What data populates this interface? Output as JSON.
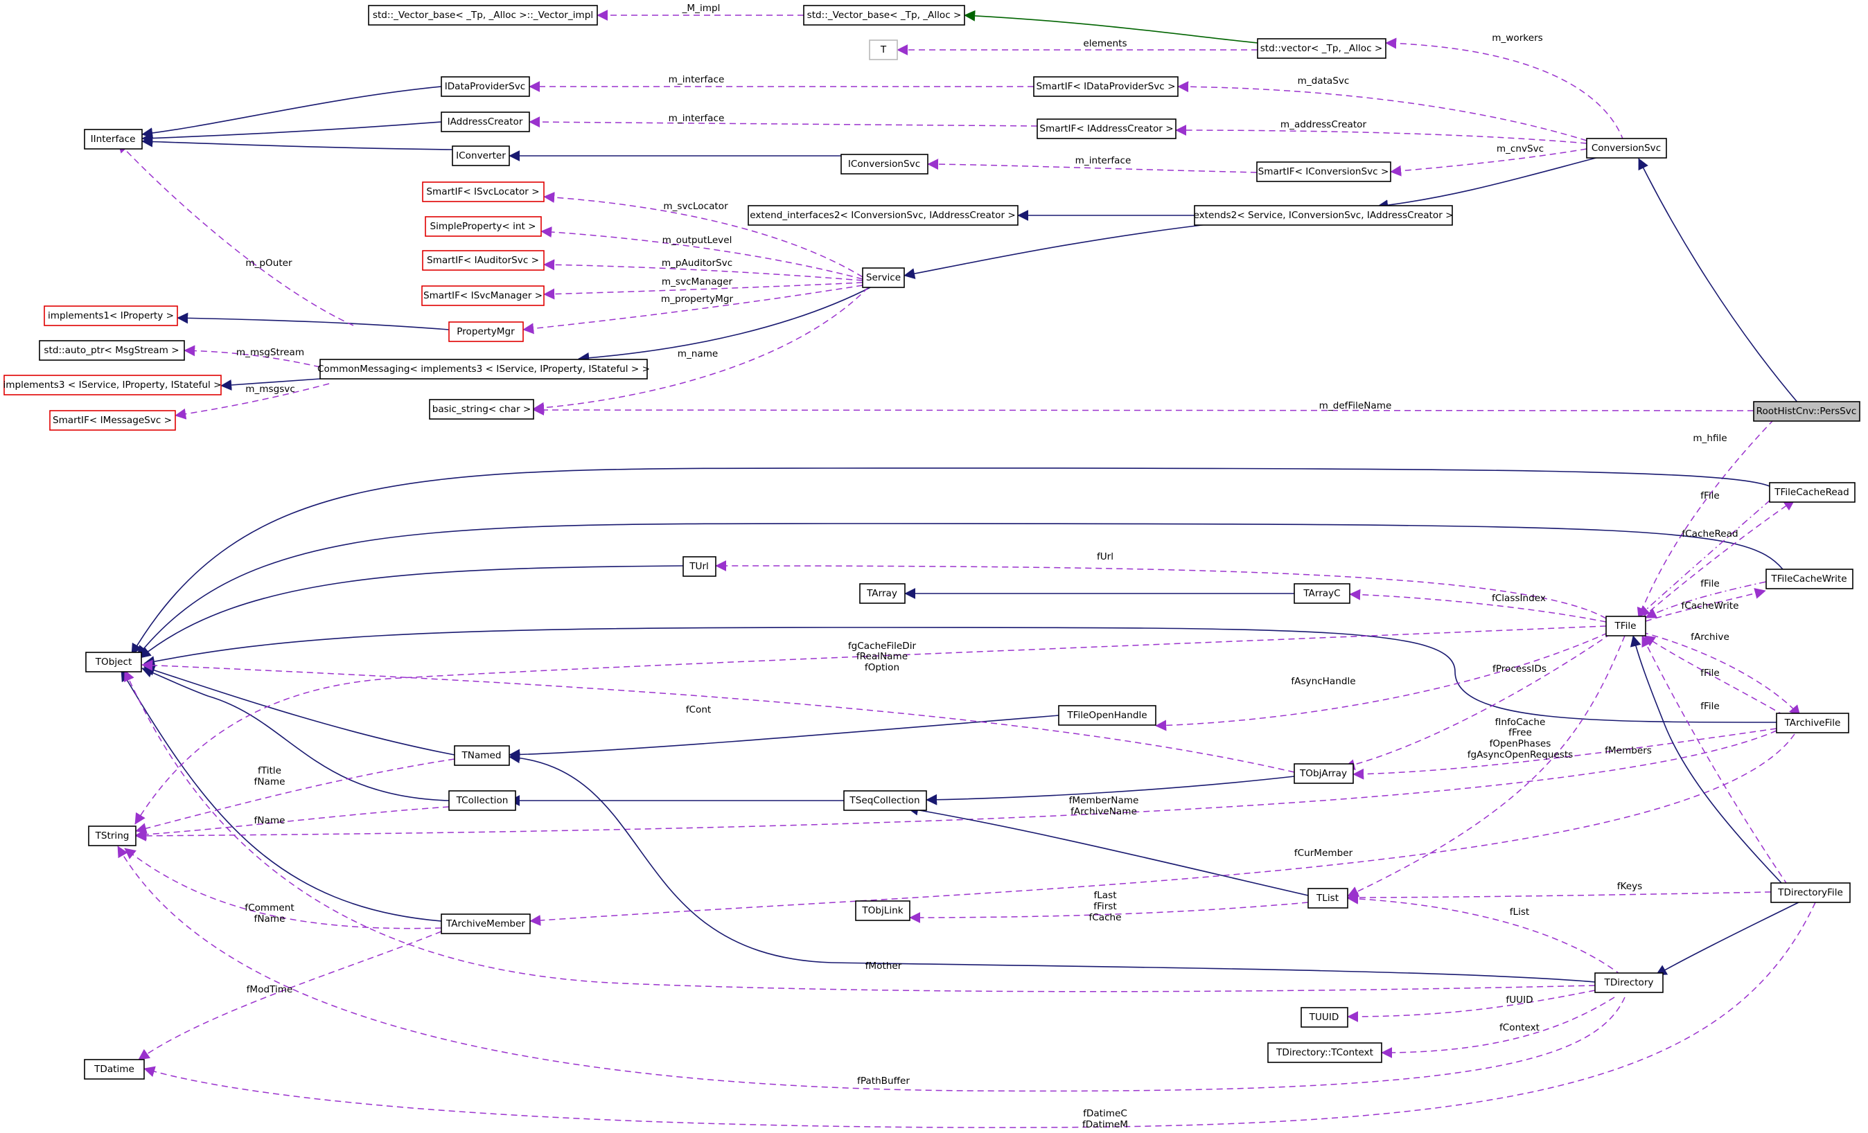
{
  "nodes": {
    "vector_impl": "std::_Vector_base< _Tp, _Alloc >::_Vector_impl",
    "vector_base": "std::_Vector_base< _Tp, _Alloc >",
    "T": "T",
    "vector": "std::vector< _Tp, _Alloc >",
    "IDataProviderSvc": "IDataProviderSvc",
    "SmartIF_IDataProviderSvc": "SmartIF< IDataProviderSvc >",
    "IInterface": "IInterface",
    "IAddressCreator": "IAddressCreator",
    "SmartIF_IAddressCreator": "SmartIF< IAddressCreator >",
    "IConverter": "IConverter",
    "IConversionSvc": "IConversionSvc",
    "SmartIF_IConversionSvc": "SmartIF< IConversionSvc >",
    "ConversionSvc": "ConversionSvc",
    "SmartIF_ISvcLocator": "SmartIF< ISvcLocator >",
    "SimpleProperty_int": "SimpleProperty< int >",
    "SmartIF_IAuditorSvc": "SmartIF< IAuditorSvc >",
    "SmartIF_ISvcManager": "SmartIF< ISvcManager >",
    "extend_interfaces2": "extend_interfaces2< IConversionSvc, IAddressCreator >",
    "extends2": "extends2< Service, IConversionSvc, IAddressCreator >",
    "Service": "Service",
    "implements1_IProperty": "implements1< IProperty >",
    "PropertyMgr": "PropertyMgr",
    "auto_ptr_MsgStream": "std::auto_ptr< MsgStream >",
    "CommonMessaging": "CommonMessaging< implements3 < IService, IProperty, IStateful > >",
    "implements3": "implements3 < IService, IProperty, IStateful >",
    "SmartIF_IMessageSvc": "SmartIF< IMessageSvc >",
    "basic_string": "basic_string< char >",
    "RootHistCnv_PersSvc": "RootHistCnv::PersSvc",
    "TFileCacheRead": "TFileCacheRead",
    "TUrl": "TUrl",
    "TFileCacheWrite": "TFileCacheWrite",
    "TArray": "TArray",
    "TArrayC": "TArrayC",
    "TFile": "TFile",
    "TObject": "TObject",
    "TFileOpenHandle": "TFileOpenHandle",
    "TArchiveFile": "TArchiveFile",
    "TNamed": "TNamed",
    "TObjArray": "TObjArray",
    "TCollection": "TCollection",
    "TSeqCollection": "TSeqCollection",
    "TString": "TString",
    "TArchiveMember": "TArchiveMember",
    "TList": "TList",
    "TDirectoryFile": "TDirectoryFile",
    "TObjLink": "TObjLink",
    "TDirectory": "TDirectory",
    "TUUID": "TUUID",
    "TDatime": "TDatime",
    "TDirectory_TContext": "TDirectory::TContext"
  },
  "edge_labels": {
    "m_impl": "_M_impl",
    "elements": "elements",
    "m_workers": "m_workers",
    "m_interface_dp": "m_interface",
    "m_dataSvc": "m_dataSvc",
    "m_interface_ac": "m_interface",
    "m_addressCreator": "m_addressCreator",
    "m_cnvSvc": "m_cnvSvc",
    "m_interface_cs": "m_interface",
    "m_svcLocator": "m_svcLocator",
    "m_outputLevel": "m_outputLevel",
    "m_pAuditorSvc": "m_pAuditorSvc",
    "m_svcManager": "m_svcManager",
    "m_propertyMgr": "m_propertyMgr",
    "m_pOuter": "m_pOuter",
    "m_msgStream": "m_msgStream",
    "m_name": "m_name",
    "m_msgsvc": "m_msgsvc",
    "m_defFileName": "m_defFileName",
    "m_hfile": "m_hfile",
    "fFile_cr": "fFile",
    "fCacheRead": "fCacheRead",
    "fUrl": "fUrl",
    "fFile_cw": "fFile",
    "fClassIndex": "fClassIndex",
    "fCacheWrite": "fCacheWrite",
    "fgCacheFileDir": "fgCacheFileDir",
    "fRealName": "fRealName",
    "fOption": "fOption",
    "fArchive": "fArchive",
    "fAsyncHandle": "fAsyncHandle",
    "fProcessIDs": "fProcessIDs",
    "fFile_af": "fFile",
    "fFile_df": "fFile",
    "fCont": "fCont",
    "fInfoCache": "fInfoCache",
    "fFree": "fFree",
    "fOpenPhases": "fOpenPhases",
    "fgAsyncOpenRequests": "fgAsyncOpenRequests",
    "fMembers": "fMembers",
    "fTitle": "fTitle",
    "fName_n": "fName",
    "fName_c": "fName",
    "fMemberName": "fMemberName",
    "fArchiveName": "fArchiveName",
    "fCurMember": "fCurMember",
    "fKeys": "fKeys",
    "fLast": "fLast",
    "fFirst": "fFirst",
    "fCache": "fCache",
    "fList": "fList",
    "fComment": "fComment",
    "fName_am": "fName",
    "fMother": "fMother",
    "fModTime": "fModTime",
    "fUUID": "fUUID",
    "fContext": "fContext",
    "fPathBuffer": "fPathBuffer",
    "fDatimeC": "fDatimeC",
    "fDatimeM": "fDatimeM"
  },
  "colors": {
    "inheritance": "#191970",
    "template": "#006400",
    "usage": "#9a32cd",
    "undocumented_border": "#e00000",
    "highlighted_node": "#bfbfbf"
  }
}
